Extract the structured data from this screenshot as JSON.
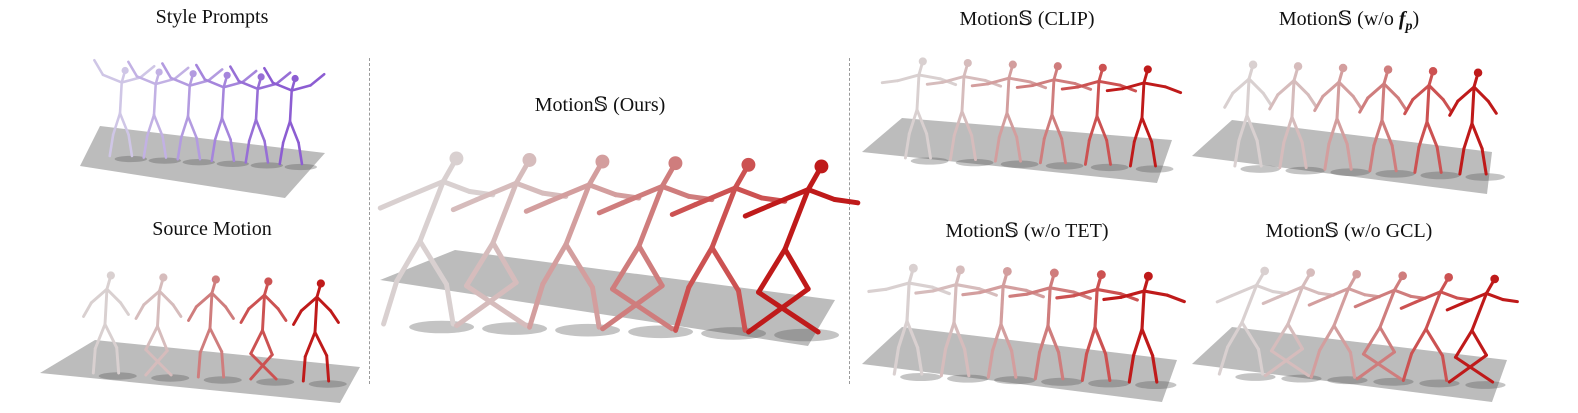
{
  "titles": {
    "style_prompts": "Style Prompts",
    "source_motion": "Source Motion",
    "ours": "Motion𝕊 (Ours)",
    "clip": "Motion𝕊 (CLIP)",
    "wo_fp_prefix": "Motion𝕊 (w/o ",
    "wo_fp_symbol": "f",
    "wo_fp_subscript": "p",
    "wo_fp_suffix": ")",
    "wo_tet": "Motion𝕊 (w/o TET)",
    "wo_gcl": "Motion𝕊 (w/o GCL)"
  },
  "colors": {
    "floor": "#bcbcbc",
    "shadow": "#555555",
    "style_gradient": [
      "#cfc6e6",
      "#c2b1e4",
      "#b39be0",
      "#a585dc",
      "#976fd6",
      "#8c5dd2"
    ],
    "motion_gradient": [
      "#d9d0d0",
      "#d6bcbc",
      "#d39e9e",
      "#cf7d7d",
      "#cc5252",
      "#bf1a1a"
    ],
    "divider": "#9a9a9a"
  }
}
